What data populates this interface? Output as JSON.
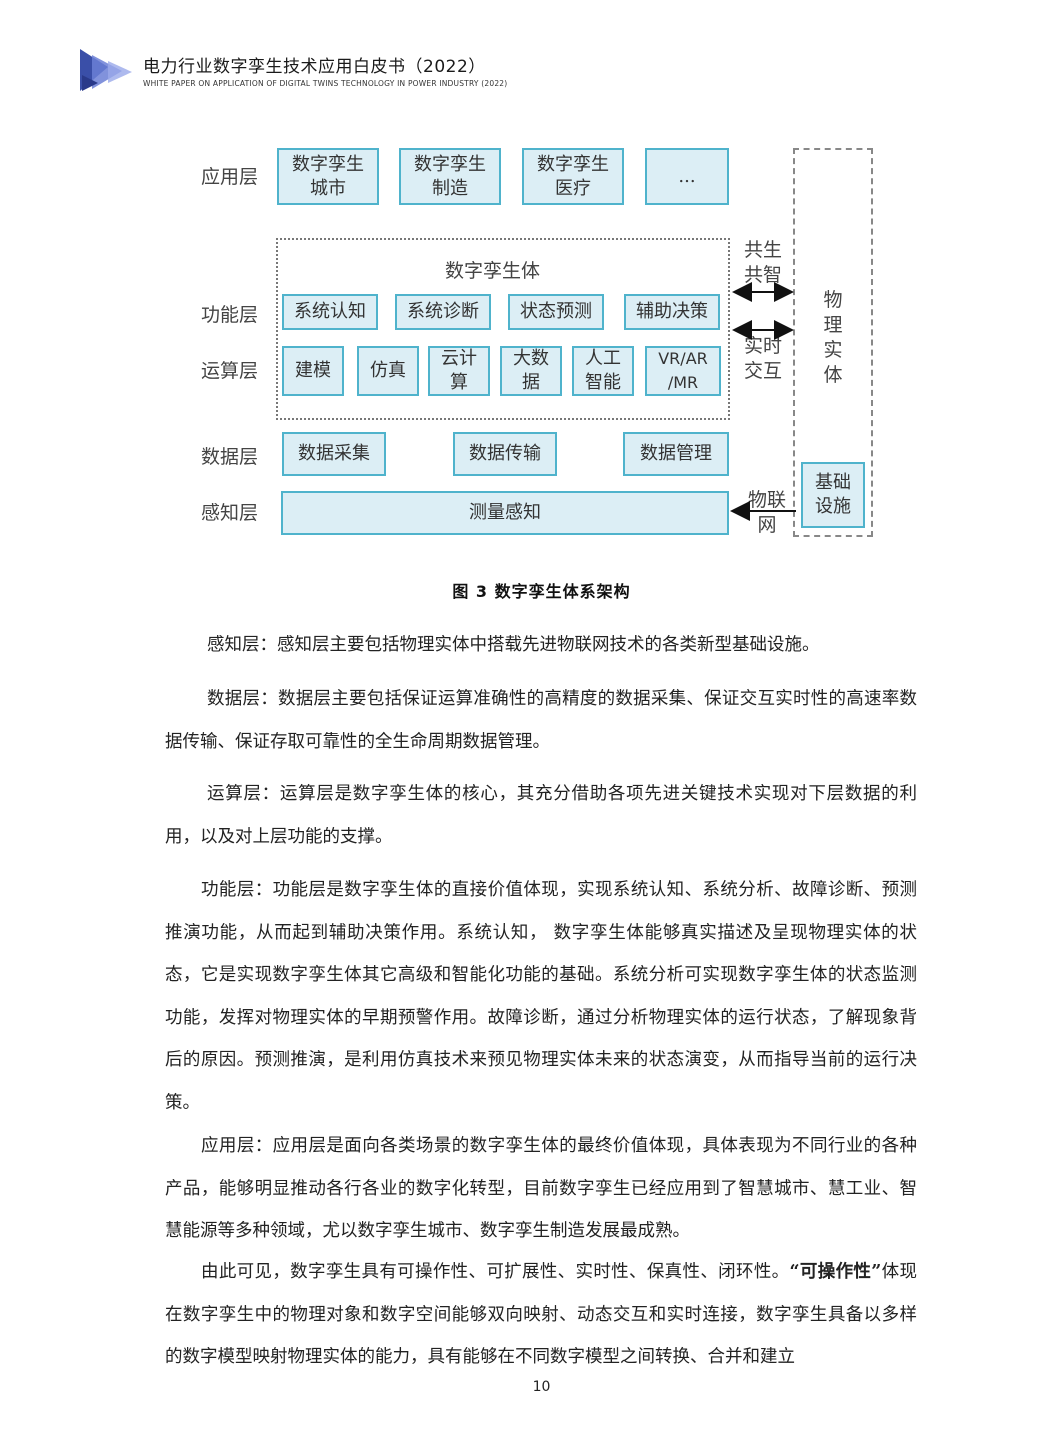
{
  "header": {
    "title": "电力行业数字孪生技术应用白皮书（2022）",
    "subtitle": "WHITE PAPER ON APPLICATION OF DIGITAL TWINS TECHNOLOGY IN POWER INDUSTRY (2022)"
  },
  "diagram": {
    "layers": {
      "app": "应用层",
      "func": "功能层",
      "calc": "运算层",
      "data": "数据层",
      "sense": "感知层"
    },
    "app_boxes": [
      "数字孪生\n城市",
      "数字孪生\n制造",
      "数字孪生\n医疗",
      "..."
    ],
    "twin_title": "数字孪生体",
    "func_boxes": [
      "系统认知",
      "系统诊断",
      "状态预测",
      "辅助决策"
    ],
    "calc_boxes": [
      "建模",
      "仿真",
      "云计\n算",
      "大数\n据",
      "人工\n智能",
      "VR/AR\n/MR"
    ],
    "data_boxes": [
      "数据采集",
      "数据传输",
      "数据管理"
    ],
    "sense_box": "测量感知",
    "arrow_labels": {
      "cogen": "共生\n共智",
      "realtime": "实时\n交互",
      "iot": "物联\n网"
    },
    "physical": "物\n理\n实\n体",
    "infra": "基础\n设施"
  },
  "caption": "图 3  数字孪生体系架构",
  "paragraphs": {
    "p1": "感知层：感知层主要包括物理实体中搭载先进物联网技术的各类新型基础设施。",
    "p2": "数据层：数据层主要包括保证运算准确性的高精度的数据采集、保证交互实时性的高速率数据传输、保证存取可靠性的全生命周期数据管理。",
    "p3": "运算层：运算层是数字孪生体的核心，其充分借助各项先进关键技术实现对下层数据的利用，以及对上层功能的支撑。",
    "p4": "功能层：功能层是数字孪生体的直接价值体现，实现系统认知、系统分析、故障诊断、预测推演功能，从而起到辅助决策作用。系统认知， 数字孪生体能够真实描述及呈现物理实体的状态，它是实现数字孪生体其它高级和智能化功能的基础。系统分析可实现数字孪生体的状态监测功能，发挥对物理实体的早期预警作用。故障诊断，通过分析物理实体的运行状态，了解现象背后的原因。预测推演，是利用仿真技术来预见物理实体未来的状态演变，从而指导当前的运行决策。",
    "p5": "应用层：应用层是面向各类场景的数字孪生体的最终价值体现，具体表现为不同行业的各种产品，能够明显推动各行各业的数字化转型，目前数字孪生已经应用到了智慧城市、慧工业、智慧能源等多种领域，尤以数字孪生城市、数字孪生制造发展最成熟。",
    "p6_a": "由此可见，数字孪生具有可操作性、可扩展性、实时性、保真性、闭环性。",
    "p6_bold": "“可操作性”",
    "p6_b": "体现在数字孪生中的物理对象和数字空间能够双向映射、动态交互和实时连接，数字孪生具备以多样的数字模型映射物理实体的能力，具有能够在不同数字模型之间转换、合并和建立"
  },
  "page_number": "10"
}
